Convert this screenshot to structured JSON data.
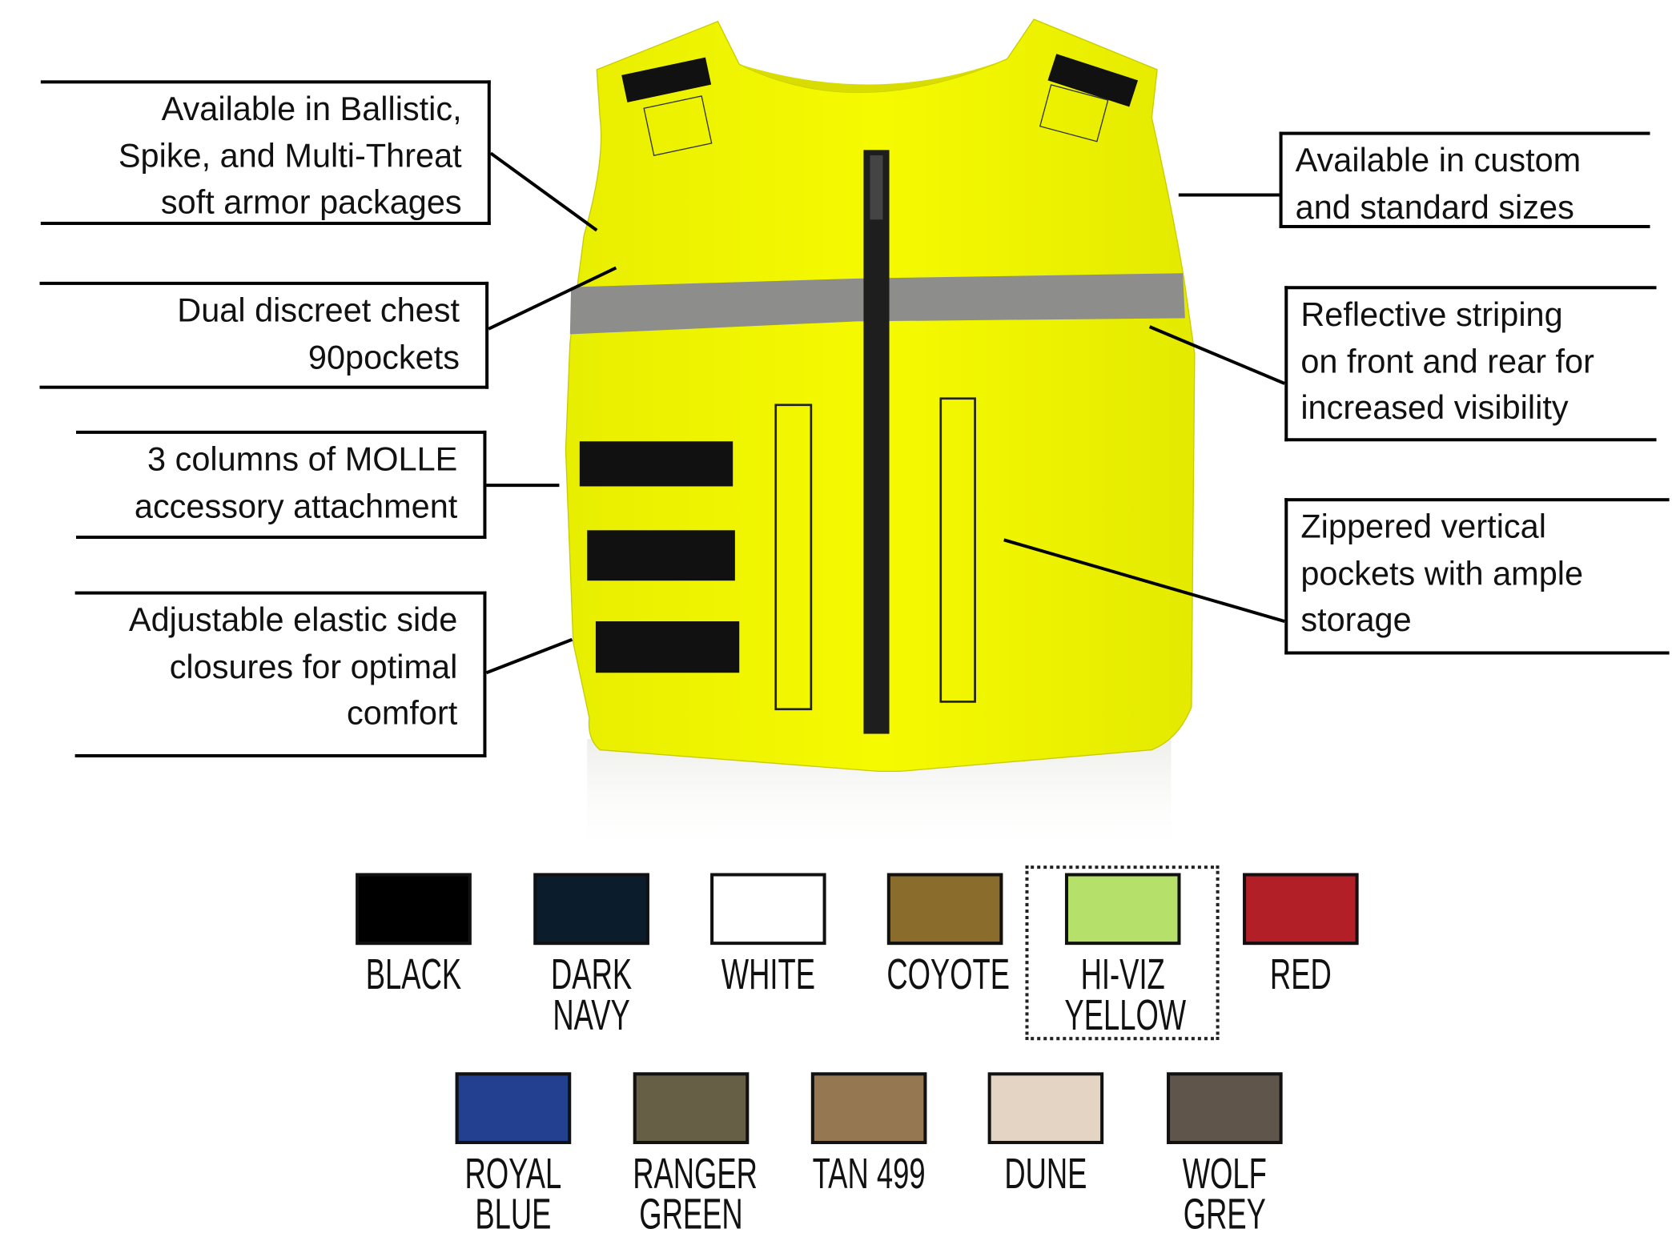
{
  "callouts_left": [
    {
      "lines": [
        "Available in Ballistic,",
        "Spike, and Multi-Threat",
        "soft armor packages"
      ]
    },
    {
      "lines": [
        "Dual discreet chest",
        "90pockets"
      ]
    },
    {
      "lines": [
        "3 columns of MOLLE",
        "accessory attachment"
      ]
    },
    {
      "lines": [
        "Adjustable elastic side",
        "closures for optimal",
        "comfort"
      ]
    }
  ],
  "callouts_right": [
    {
      "lines": [
        "Available in custom",
        "and standard sizes"
      ]
    },
    {
      "lines": [
        "Reflective striping",
        "on front and rear for",
        "increased visibility"
      ]
    },
    {
      "lines": [
        "Zippered vertical",
        "pockets with ample",
        "storage"
      ]
    }
  ],
  "colors": [
    {
      "lines": [
        "BLACK"
      ],
      "hex": "#000000"
    },
    {
      "lines": [
        "DARK",
        "NAVY"
      ],
      "hex": "#0b1c2c"
    },
    {
      "lines": [
        "WHITE"
      ],
      "hex": "#ffffff"
    },
    {
      "lines": [
        "COYOTE"
      ],
      "hex": "#8a6c2c"
    },
    {
      "lines": [
        "HI-VIZ",
        "YELLOW"
      ],
      "hex": "#b5e06a",
      "selected": true
    },
    {
      "lines": [
        "RED"
      ],
      "hex": "#b21f26"
    },
    {
      "lines": [
        "ROYAL",
        "BLUE"
      ],
      "hex": "#233f8f"
    },
    {
      "lines": [
        "RANGER",
        "GREEN"
      ],
      "hex": "#665f45"
    },
    {
      "lines": [
        "TAN 499"
      ],
      "hex": "#957852"
    },
    {
      "lines": [
        "DUNE"
      ],
      "hex": "#e3d4c3"
    },
    {
      "lines": [
        "WOLF",
        "GREY"
      ],
      "hex": "#5f554b"
    }
  ]
}
